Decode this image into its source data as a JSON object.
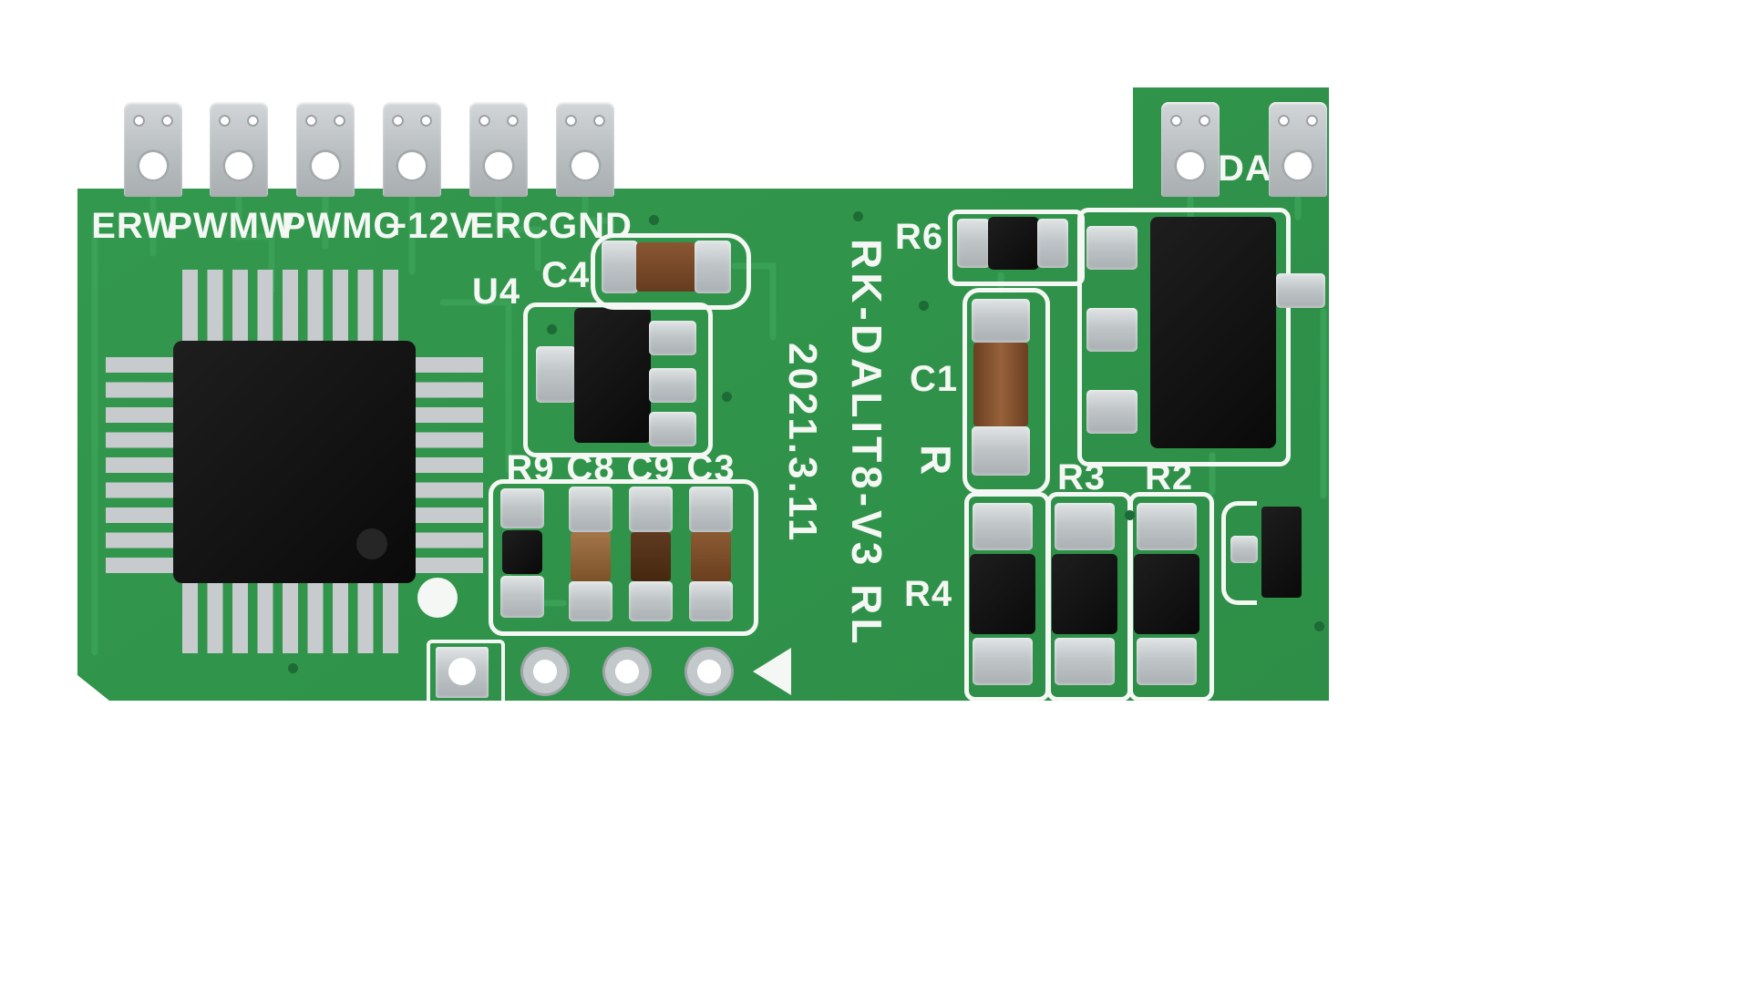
{
  "scene": {
    "type": "photo-of-green-pcb-module",
    "background": "#ffffff"
  },
  "colors": {
    "board_green": "#2f9149",
    "trace_green": "#3ba258",
    "silkscreen_white": "#f4f7f3",
    "pad_silver": "#c0c5c8",
    "component_black": "#141414",
    "capacitor_brown": "#7c4a28"
  },
  "connector_labels": {
    "erw": "ERW",
    "pwmw": "PWMW",
    "pwmc": "PWMC",
    "plus12v": "+12V",
    "erc": "ERC",
    "gnd": "GND",
    "da": "DA"
  },
  "silkscreen_labels": {
    "u4": "U4",
    "c4": "C4",
    "r9": "R9",
    "c8": "C8",
    "c9": "C9",
    "c3": "C3",
    "r6": "R6",
    "c1": "C1",
    "r": "R",
    "r3": "R3",
    "r2": "R2",
    "r4": "R4"
  },
  "board_markings": {
    "model": "RK-DALIT8-V3 RL",
    "date": "2021.3.11"
  }
}
